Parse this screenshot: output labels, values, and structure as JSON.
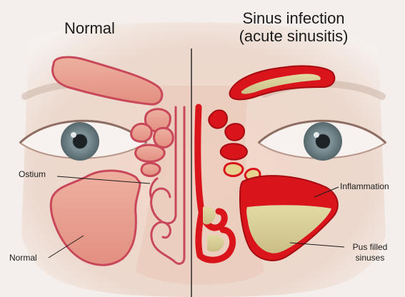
{
  "titles": {
    "normal": "Normal",
    "infection_line1": "Sinus infection",
    "infection_line2": "(acute sinusitis)"
  },
  "callouts": {
    "ostium": "Ostium",
    "normal": "Normal",
    "inflammation": "Inflammation",
    "pus_line1": "Pus filled",
    "pus_line2": "sinuses"
  },
  "colors": {
    "skin": "#efd8cc",
    "normal_sinus_fill": "#e79a8c",
    "normal_sinus_stroke": "#c8485a",
    "inflamed_red": "#d9141a",
    "pus_fill": "#d8d09a",
    "divider": "#2a2a2a"
  }
}
